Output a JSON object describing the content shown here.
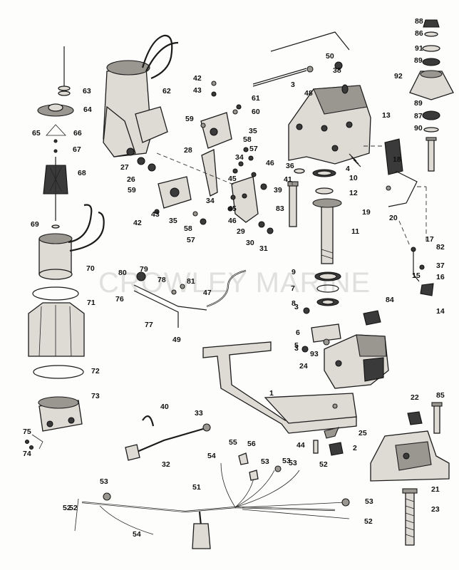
{
  "watermark": "CROWLEY MARINE",
  "callouts": [
    "1",
    "2",
    "3",
    "3",
    "3",
    "4",
    "5",
    "6",
    "7",
    "8",
    "9",
    "10",
    "11",
    "12",
    "13",
    "14",
    "15",
    "16",
    "17",
    "18",
    "19",
    "20",
    "21",
    "22",
    "23",
    "24",
    "25",
    "26",
    "27",
    "28",
    "29",
    "30",
    "31",
    "32",
    "33",
    "34",
    "34",
    "35",
    "35",
    "36",
    "37",
    "38",
    "39",
    "40",
    "41",
    "42",
    "42",
    "43",
    "43",
    "44",
    "45",
    "45",
    "46",
    "46",
    "47",
    "48",
    "49",
    "50",
    "51",
    "52",
    "52",
    "52",
    "52",
    "53",
    "53",
    "53",
    "53",
    "53",
    "54",
    "54",
    "55",
    "56",
    "57",
    "57",
    "58",
    "58",
    "59",
    "59",
    "60",
    "61",
    "62",
    "63",
    "64",
    "65",
    "66",
    "67",
    "68",
    "69",
    "70",
    "71",
    "72",
    "73",
    "74",
    "75",
    "76",
    "77",
    "78",
    "79",
    "80",
    "81",
    "82",
    "83",
    "84",
    "85",
    "86",
    "87",
    "88",
    "89",
    "89",
    "90",
    "91",
    "92",
    "93"
  ]
}
